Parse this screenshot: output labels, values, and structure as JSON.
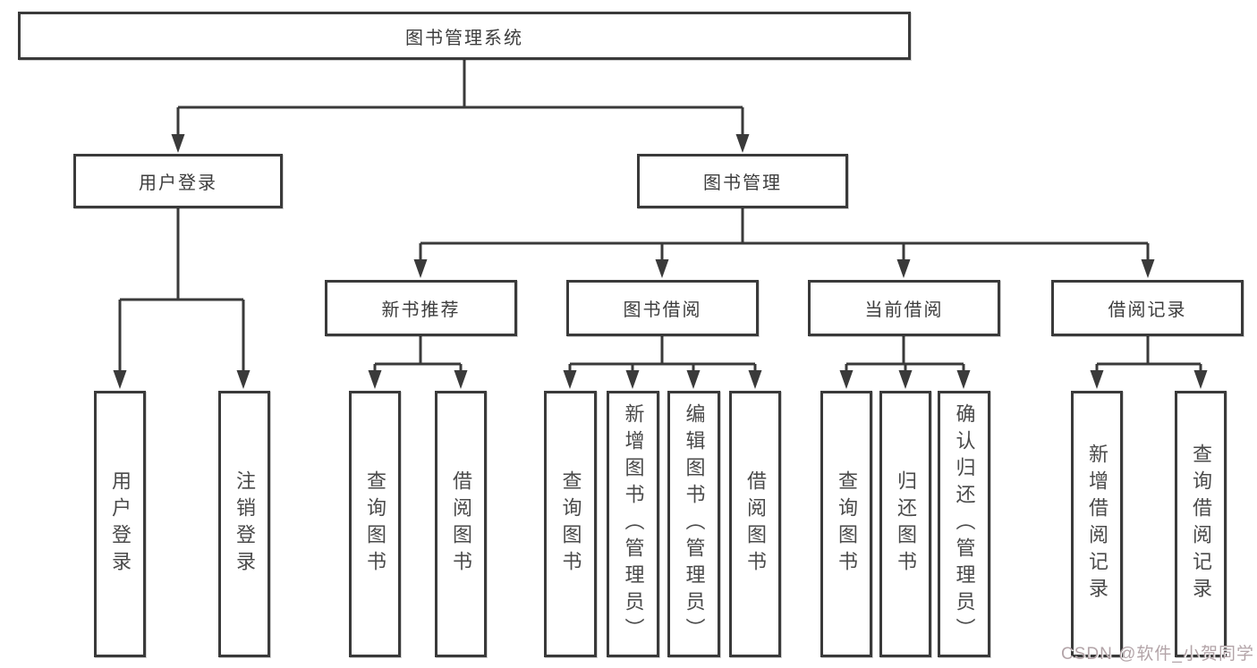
{
  "diagram": {
    "root": "图书管理系统",
    "branches": [
      {
        "label": "用户登录",
        "children": [
          "用户登录",
          "注销登录"
        ]
      },
      {
        "label": "图书管理",
        "sections": [
          {
            "label": "新书推荐",
            "children": [
              "查询图书",
              "借阅图书"
            ]
          },
          {
            "label": "图书借阅",
            "children": [
              "查询图书",
              "新增图书（管理员）",
              "编辑图书（管理员）",
              "借阅图书"
            ]
          },
          {
            "label": "当前借阅",
            "children": [
              "查询图书",
              "归还图书",
              "确认归还（管理员）"
            ]
          },
          {
            "label": "借阅记录",
            "children": [
              "新增借阅记录",
              "查询借阅记录"
            ]
          }
        ]
      }
    ]
  },
  "watermark": {
    "text": "CSDN @软件_小贺同学",
    "color": "#b3a4a8"
  },
  "colors": {
    "line": "#3a3a3a",
    "box_border": "#3a3a3a",
    "text": "#4a4a4a",
    "background": "#ffffff"
  }
}
